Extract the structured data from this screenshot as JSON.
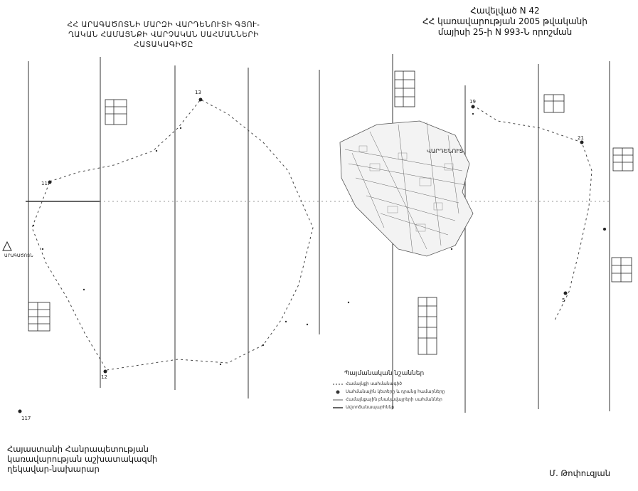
{
  "header_left": {
    "line1": "ՀՀ ԱՐԱԳԱԾՈՏՆԻ ՄԱՐԶԻ ՎԱՐԴԵՆՈՒՏԻ ԳՅՈՒ-",
    "line2": "ՂԱԿԱՆ ՀԱՄԱՅՆՔԻ ՎԱՐՉԱԿԱՆ ՍԱՀՄԱՆՆԵՐԻ",
    "line3": "ՀԱՏԱԿԱԳԻԾԸ"
  },
  "header_right": {
    "line1": "Հավելված N 42",
    "line2": "ՀՀ կառավարության 2005 թվականի",
    "line3": "մայիսի 25-ի N 993-Ն որոշման"
  },
  "map": {
    "village_label": "ՎԱՐԴԵՆՈՒՏ",
    "left_label": "ԱՐԱԳԱԾՈՏՆ",
    "legend_title": "Պայմանական նշաններ",
    "legend_items": [
      "Համայնքի սահմանագիծ",
      "Սահմանային կետերը և դրանց համարները",
      "Համայնքային բնակավայրերի սահմաններ",
      "Ավտոճանապարհներ"
    ],
    "point_labels": [
      "13",
      "11",
      "21",
      "19",
      "12",
      "117",
      "5"
    ]
  },
  "footer_left": {
    "line1": "Հայաստանի Հանրապետության",
    "line2": "կառավարության աշխատակազմի",
    "line3": "ղեկավար-նախարար"
  },
  "footer_right": {
    "signature": "Մ. Թոփուզյան"
  }
}
